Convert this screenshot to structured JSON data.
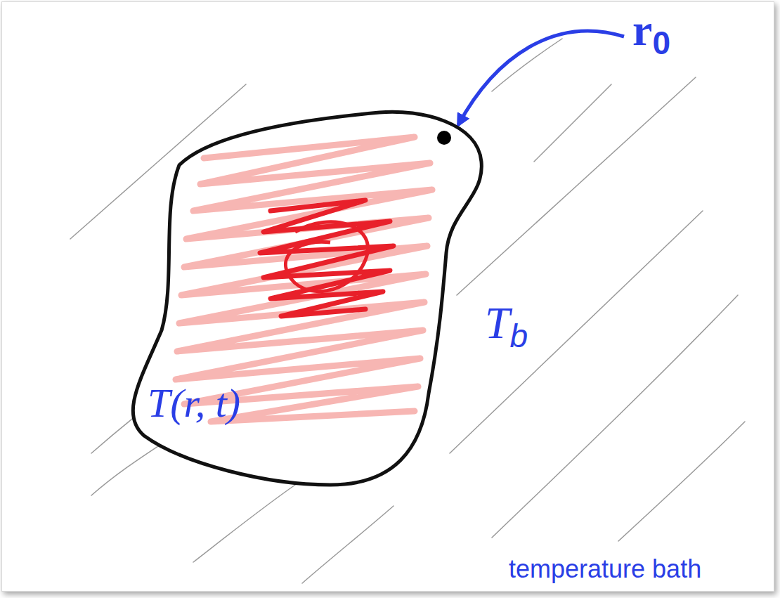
{
  "diagram": {
    "nodes": [
      {
        "text": [
          "T(r, t)"
        ]
      }
    ],
    "labels": [
      "r0",
      "Tb",
      "temperature bath"
    ]
  }
}
